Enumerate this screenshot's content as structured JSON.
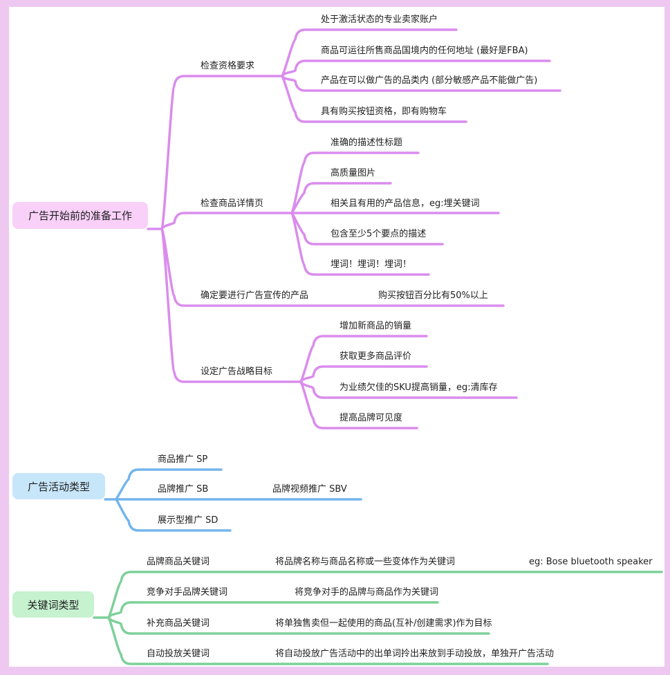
{
  "colors": {
    "frame": "#eec8f0",
    "prep_branch": "#da8ced",
    "campaign_branch": "#73b5ec",
    "keyword_branch": "#7ed09a",
    "prep_root_bg": "#f8d0f8",
    "campaign_root_bg": "#c8e6fa",
    "keyword_root_bg": "#c6f2cf"
  },
  "mindmap": {
    "prep": {
      "title": "广告开始前的准备工作",
      "branches": [
        {
          "label": "检查资格要求",
          "children": [
            "处于激活状态的专业卖家账户",
            "商品可运往所售商品国境内的任何地址 (最好是FBA)",
            "产品在可以做广告的品类内 (部分敏感产品不能做广告)",
            "具有购买按钮资格，即有购物车"
          ]
        },
        {
          "label": "检查商品详情页",
          "children": [
            "准确的描述性标题",
            "高质量图片",
            "相关且有用的产品信息，eg:埋关键词",
            "包含至少5个要点的描述",
            "埋词！埋词！埋词！"
          ]
        },
        {
          "label": "确定要进行广告宣传的产品",
          "note": "购买按钮百分比有50%以上"
        },
        {
          "label": "设定广告战略目标",
          "children": [
            "增加新商品的销量",
            "获取更多商品评价",
            "为业绩欠佳的SKU提高销量，eg:清库存",
            "提高品牌可见度"
          ]
        }
      ]
    },
    "campaign": {
      "title": "广告活动类型",
      "branches": [
        {
          "label": "商品推广 SP"
        },
        {
          "label": "品牌推广 SB",
          "note": "品牌视频推广 SBV"
        },
        {
          "label": "展示型推广 SD"
        }
      ]
    },
    "keywords": {
      "title": "关键词类型",
      "branches": [
        {
          "label": "品牌商品关键词",
          "note": "将品牌名称与商品名称或一些变体作为关键词",
          "example": "eg: Bose bluetooth speaker"
        },
        {
          "label": "竞争对手品牌关键词",
          "note": "将竞争对手的品牌与商品作为关键词"
        },
        {
          "label": "补充商品关键词",
          "note": "将单独售卖但一起使用的商品(互补/创建需求)作为目标"
        },
        {
          "label": "自动投放关键词",
          "note": "将自动投放广告活动中的出单词拎出来放到手动投放，单独开广告活动"
        }
      ]
    }
  }
}
